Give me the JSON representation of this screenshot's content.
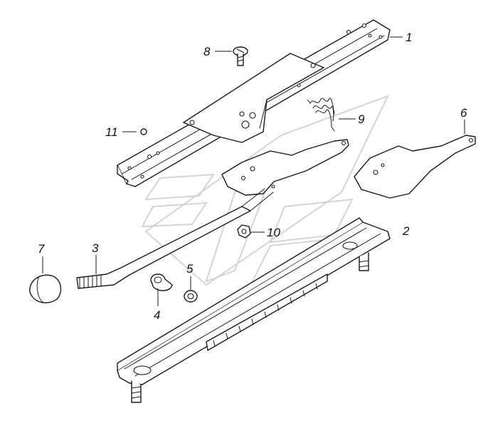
{
  "callouts": {
    "c1": "1",
    "c2": "2",
    "c3": "3",
    "c4": "4",
    "c5": "5",
    "c6": "6",
    "c7": "7",
    "c8": "8",
    "c9": "9",
    "c10": "10",
    "c11": "11"
  },
  "colors": {
    "line": "#1a1a1a",
    "background": "#ffffff",
    "watermark": "#d4d4d4"
  }
}
